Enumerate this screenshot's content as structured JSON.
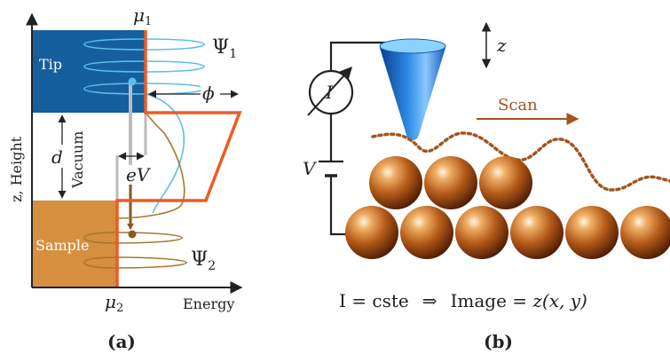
{
  "panel_a": {
    "caption": "(a)",
    "tip_label": "Tip",
    "sample_label": "Sample",
    "vacuum_label": "Vacuum",
    "axis_y_label": "z, Height",
    "axis_x_label": "Energy",
    "mu1": "μ",
    "mu1_sub": "1",
    "mu2": "μ",
    "mu2_sub": "2",
    "psi1": "Ψ",
    "psi1_sub": "1",
    "psi2": "Ψ",
    "psi2_sub": "2",
    "phi": "ϕ",
    "d": "d",
    "eV": "eV",
    "colors": {
      "tip": "#155f9e",
      "sample": "#d68f3f",
      "barrier": "#ee5a24",
      "psi1": "#5bc0e8",
      "psi2": "#a8772f"
    }
  },
  "panel_b": {
    "caption": "(b)",
    "z_label": "z",
    "scan_label": "Scan",
    "current_label": "I",
    "voltage_label": "V",
    "equation_left": "I = cste",
    "equation_arrow": "⇒",
    "equation_right_roman": "Image = ",
    "equation_right_math": "z(x, y)",
    "colors": {
      "tip": "#2a7ad8",
      "atom": "#9a4a12",
      "scan": "#a4531f"
    }
  }
}
